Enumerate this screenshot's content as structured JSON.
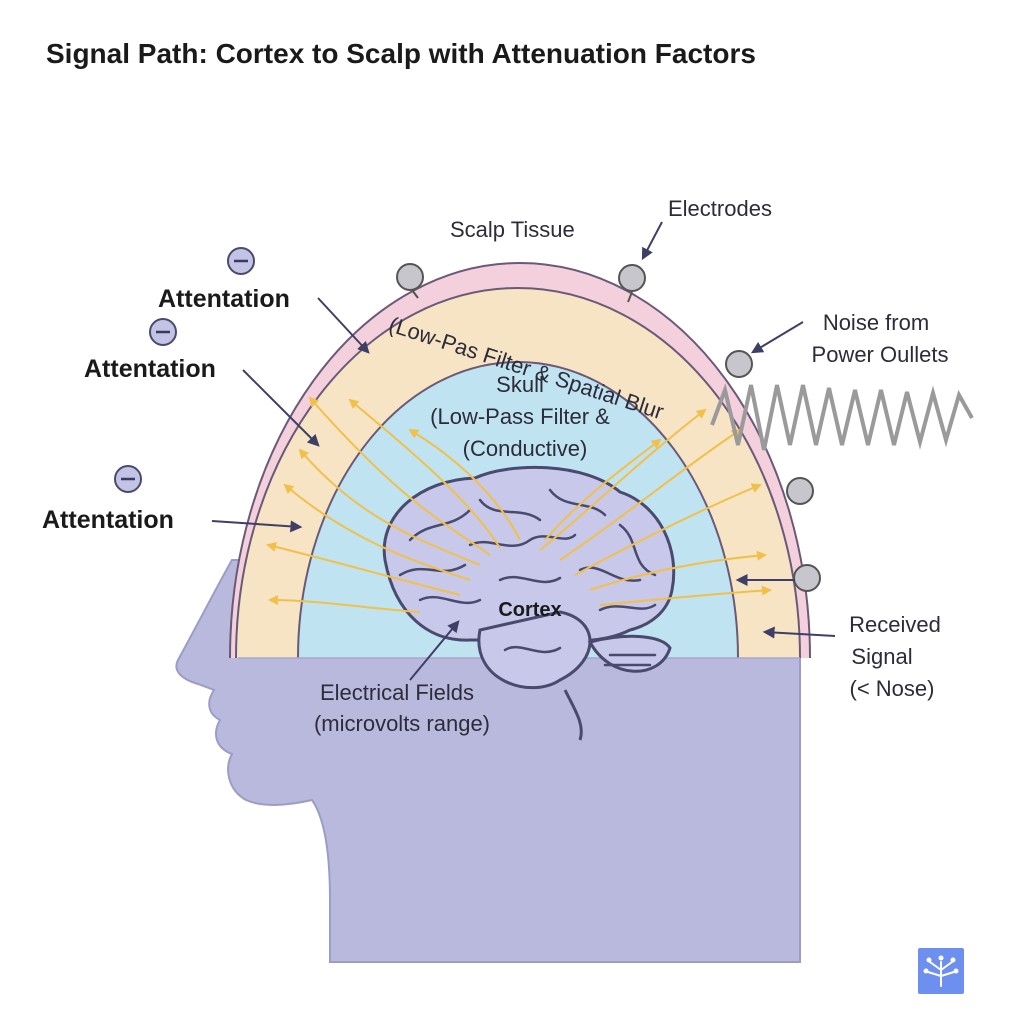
{
  "title": "Signal Path: Cortex to Scalp with Attenuation Factors",
  "labels": {
    "scalp_tissue": "Scalp Tissue",
    "electrodes": "Electrodes",
    "skull_band": "(Low-Pas Filter & Spatial Blur",
    "skull_line1": "Skull",
    "skull_line2": "(Low-Pass Filter &",
    "skull_line3": "(Conductive)",
    "noise_line1": "Noise from",
    "noise_line2": "Power Oullets",
    "cortex": "Cortex",
    "fields_line1": "Electrical Fields",
    "fields_line2": "(microvolts range)",
    "received_line1": "Received",
    "received_line2": "Signal",
    "received_line3": "(< Nose)",
    "attenuation": [
      "Attentation",
      "Attentation",
      "Attentation"
    ]
  },
  "colors": {
    "head": "#b9b9dd",
    "scalp": "#f3d0dc",
    "skull": "#f6e4c4",
    "csf": "#bfe3f1",
    "brain": "#c8c8ea",
    "outline": "#4a4a6e",
    "field_arrows": "#f1c04a",
    "noise_wave": "#9a9a9a",
    "electrode": "#c6c6cc"
  },
  "icons": [
    "minus-circle-icon",
    "logo-tree-icon"
  ]
}
